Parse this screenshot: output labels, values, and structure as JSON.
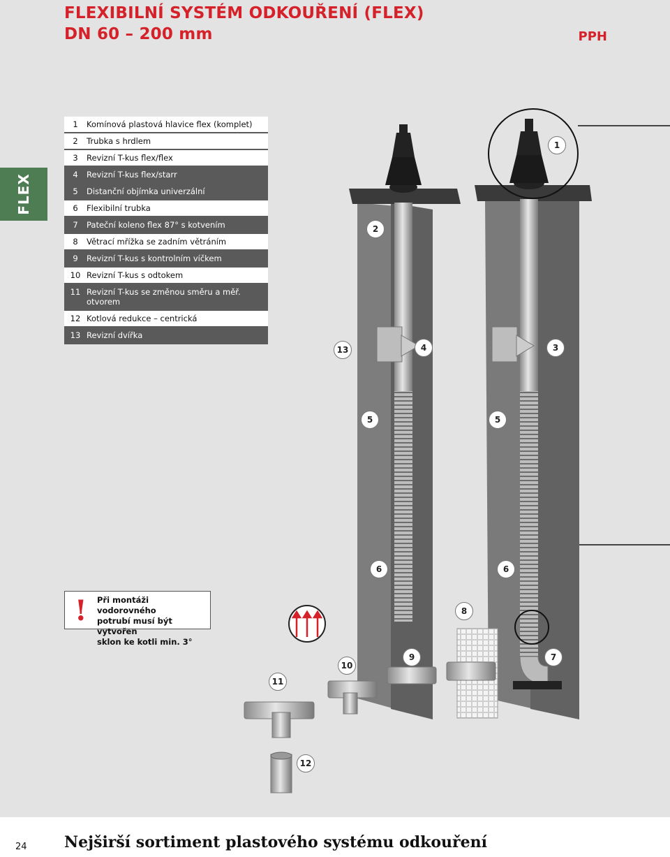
{
  "header": {
    "title_line1": "FLEXIBILNÍ SYSTÉM ODKOUŘENÍ (FLEX)",
    "title_line2": "DN 60 – 200 mm",
    "brand": "PPH"
  },
  "side_tab": {
    "label": "FLEX",
    "color": "#4e7d54"
  },
  "legend": [
    {
      "n": "1",
      "label": "Komínová plastová hlavice flex (komplet)"
    },
    {
      "n": "2",
      "label": "Trubka s hrdlem"
    },
    {
      "n": "3",
      "label": "Revizní T-kus flex/flex"
    },
    {
      "n": "4",
      "label": "Revizní T-kus flex/starr"
    },
    {
      "n": "5",
      "label": "Distanční objímka univerzální"
    },
    {
      "n": "6",
      "label": "Flexibilní trubka"
    },
    {
      "n": "7",
      "label": "Pateční koleno flex 87° s kotvením"
    },
    {
      "n": "8",
      "label": "Větrací mřížka se zadním větráním"
    },
    {
      "n": "9",
      "label": "Revizní T-kus s kontrolním víčkem"
    },
    {
      "n": "10",
      "label": "Revizní T-kus s odtokem"
    },
    {
      "n": "11",
      "label": "Revizní T-kus se změnou směru a měř. otvorem"
    },
    {
      "n": "12",
      "label": "Kotlová redukce – centrická"
    },
    {
      "n": "13",
      "label": "Revizní dvířka"
    }
  ],
  "warning": {
    "symbol": "!",
    "text_line1": "Při montáži vodorovného",
    "text_line2": "potrubí musí být vytvořen",
    "text_line3": "sklon ke kotli min. 3°"
  },
  "diagram_labels": {
    "l1": "1",
    "l2": "2",
    "l3": "3",
    "l4": "4",
    "l5a": "5",
    "l5b": "5",
    "l6a": "6",
    "l6b": "6",
    "l7": "7",
    "l8": "8",
    "l9": "9",
    "l10": "10",
    "l11": "11",
    "l12": "12",
    "l13": "13"
  },
  "footer": {
    "page_number": "24",
    "text": "Nejširší sortiment plastového systému odkouření"
  },
  "colors": {
    "accent": "#d5222a",
    "dark_row": "#5a5a5a",
    "chimney": "#6b6b6b"
  }
}
